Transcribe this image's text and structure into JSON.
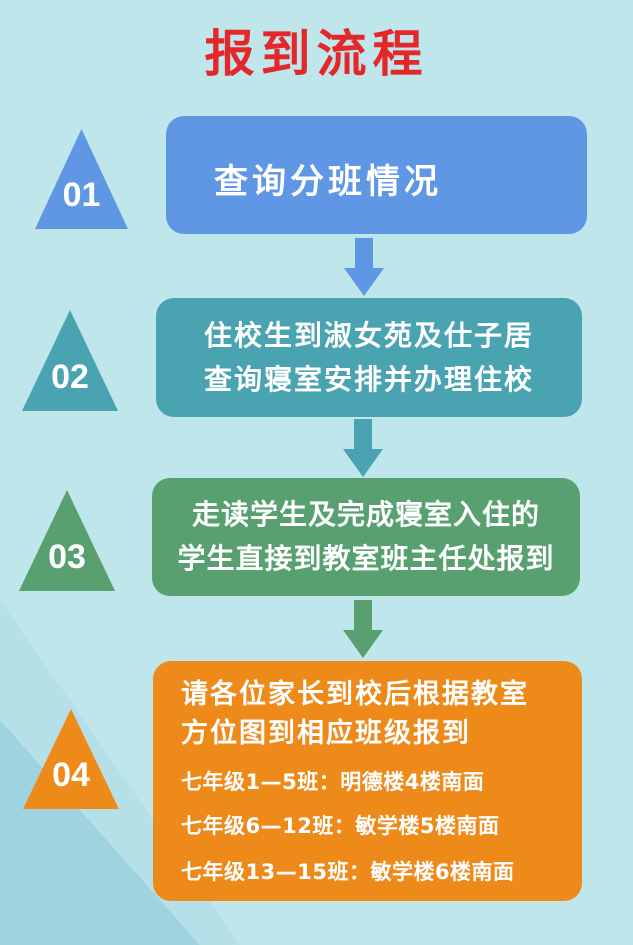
{
  "title": "报到流程",
  "steps": [
    {
      "number": "01",
      "lines": [
        "查询分班情况"
      ]
    },
    {
      "number": "02",
      "lines": [
        "住校生到淑女苑及仕子居",
        "查询寝室安排并办理住校"
      ]
    },
    {
      "number": "03",
      "lines": [
        "走读学生及完成寝室入住的",
        "学生直接到教室班主任处报到"
      ]
    },
    {
      "number": "04",
      "lines": [
        "请各位家长到校后根据教室",
        "方位图到相应班级报到"
      ],
      "details": [
        "七年级1—5班：明德楼4楼南面",
        "七年级6—12班：敏学楼5楼南面",
        "七年级13—15班：敏学楼6楼南面"
      ]
    }
  ],
  "colors": {
    "background": "#bfe6ea",
    "title": "#e3272a",
    "step1": "#5f97e4",
    "step2": "#4aa3b0",
    "step3": "#58a070",
    "step4": "#ee8a1a"
  }
}
